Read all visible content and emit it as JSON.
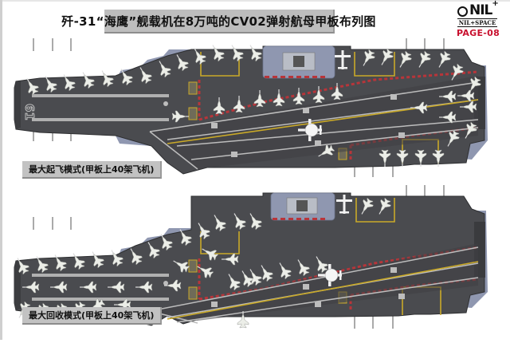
{
  "header": {
    "title": "歼-31“海鹰”舰载机在8万吨的CV02弹射航母甲板布列图",
    "logo_main": "NIL",
    "logo_plus": "+",
    "logo_sub": "NIL+SPACE",
    "page": "PAGE-08"
  },
  "diagrams": [
    {
      "id": "max-launch",
      "caption": "最大起飞模式(甲板上40架飞机)",
      "hull_number": "61",
      "aircraft_on_deck": 40
    },
    {
      "id": "max-recovery",
      "caption": "最大回收模式(甲板上40架飞机)",
      "hull_number": "",
      "aircraft_on_deck": 40
    }
  ],
  "colors": {
    "deck": "#4a4b4f",
    "deck_dark": "#3c3d40",
    "island_blue": "#8f97b0",
    "foul_line_red": "#b8353a",
    "landing_line_yellow": "#c9a928",
    "runway_line": "#b9b9b9",
    "aircraft": "#e9ece6",
    "page_label": "#c8102e",
    "caption_bg": "#c2c2c2"
  }
}
